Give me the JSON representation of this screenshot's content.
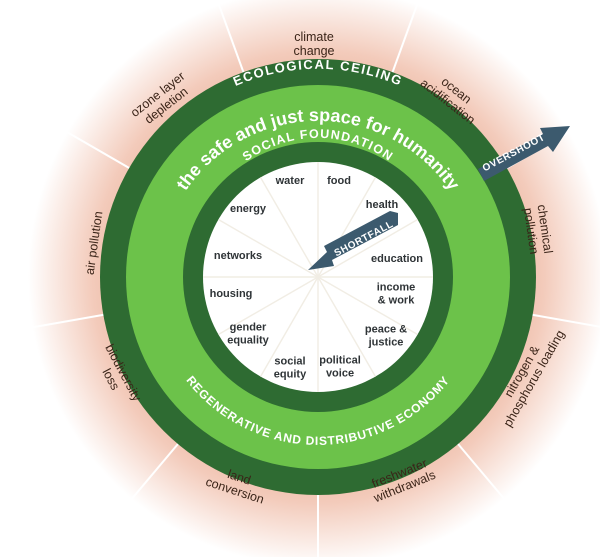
{
  "ceiling_label": "ECOLOGICAL CEILING",
  "safe_space_label": "the safe and just space for humanity",
  "foundation_label": "SOCIAL FOUNDATION",
  "economy_label": "REGENERATIVE AND DISTRIBUTIVE ECONOMY",
  "overshoot_label": "OVERSHOOT",
  "shortfall_label": "SHORTFALL",
  "ecological_ceiling_dimensions": [
    {
      "name": "climate-change",
      "lines": [
        "climate",
        "change"
      ]
    },
    {
      "name": "ocean-acidification",
      "lines": [
        "ocean",
        "acidification"
      ]
    },
    {
      "name": "chemical-pollution",
      "lines": [
        "chemical",
        "pollution"
      ]
    },
    {
      "name": "nitrogen-phosphorus-loading",
      "lines": [
        "nitrogen &",
        "phosphorus loading"
      ]
    },
    {
      "name": "freshwater-withdrawals",
      "lines": [
        "freshwater",
        "withdrawals"
      ]
    },
    {
      "name": "land-conversion",
      "lines": [
        "land",
        "conversion"
      ]
    },
    {
      "name": "biodiversity-loss",
      "lines": [
        "biodiversity",
        "loss"
      ]
    },
    {
      "name": "air-pollution",
      "lines": [
        "air pollution"
      ]
    },
    {
      "name": "ozone-layer-depletion",
      "lines": [
        "ozone layer",
        "depletion"
      ]
    }
  ],
  "social_foundation_dimensions": [
    {
      "name": "water",
      "lines": [
        "water"
      ]
    },
    {
      "name": "food",
      "lines": [
        "food"
      ]
    },
    {
      "name": "health",
      "lines": [
        "health"
      ]
    },
    {
      "name": "education",
      "lines": [
        "education"
      ]
    },
    {
      "name": "income-work",
      "lines": [
        "income",
        "& work"
      ]
    },
    {
      "name": "peace-justice",
      "lines": [
        "peace &",
        "justice"
      ]
    },
    {
      "name": "political-voice",
      "lines": [
        "political",
        "voice"
      ]
    },
    {
      "name": "social-equity",
      "lines": [
        "social",
        "equity"
      ]
    },
    {
      "name": "gender-equality",
      "lines": [
        "gender",
        "equality"
      ]
    },
    {
      "name": "housing",
      "lines": [
        "housing"
      ]
    },
    {
      "name": "networks",
      "lines": [
        "networks"
      ]
    },
    {
      "name": "energy",
      "lines": [
        "energy"
      ]
    }
  ],
  "colors": {
    "outer_glow": "#e9a88f",
    "dark_green": "#2e6b32",
    "light_green": "#6cc24a",
    "arrow": "#3c5a6e",
    "divider": "#ffffff"
  }
}
